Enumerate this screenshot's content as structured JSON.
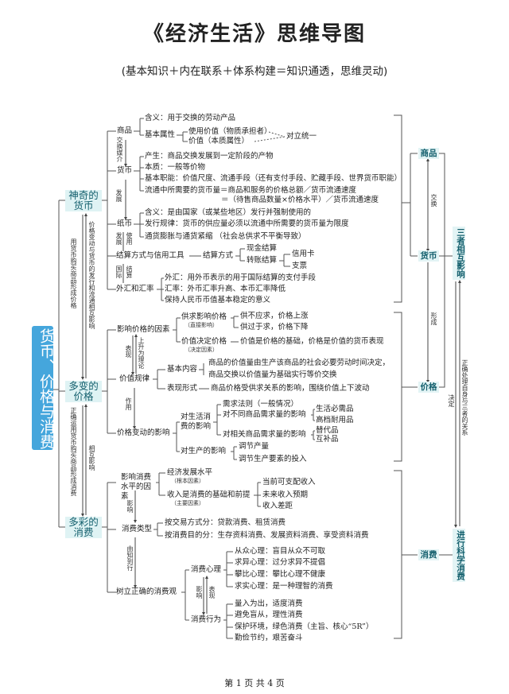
{
  "title": "《经济生活》思维导图",
  "subtitle": "(基本知识＋内在联系＋体系构建＝知识通透，思维灵动)",
  "footer": "第 1 页 共 4 页",
  "center": "货币、价格与消费",
  "level1": [
    "神奇的货币",
    "多变的价格",
    "多彩的消费"
  ],
  "links": [
    "用货币购买商品形成价格",
    "价格变动与货币的发行和流通相互影响",
    "正确运用货币购买商品形成消费",
    "相互影响"
  ],
  "money": [
    "商品",
    "含义：用于交换的劳动产品",
    "基本属性",
    "使用价值（物质承担者）",
    "价值（本质属性）",
    "对立统一",
    "交换媒介",
    "货币",
    "产生：商品交换发展到一定阶段的产物",
    "本质：一般等价物",
    "基本职能：价值尺度、流通手段（还有支付手段、贮藏手段、世界货币职能）",
    "流通中所需要的货币量＝商品和服务的价格总额／货币流通速度",
    "＝（待售商品数量×价格水平）／货币流通速度",
    "发展",
    "纸币",
    "含义：是由国家（或某些地区）发行并强制使用的",
    "发行规律：货币的供应量必须以流通中所需要的货币量为限度",
    "通货膨胀与通货紧缩 （社会总供求不平衡导致）",
    "发展",
    "使用",
    "结算方式与信用工具",
    "结算方式",
    "现金结算",
    "转账结算",
    "信用卡",
    "支票",
    "国际",
    "结算",
    "外汇和汇率",
    "外汇：用外币表示的用于国际结算的支付手段",
    "汇率：外币汇率升高、本币汇率降低",
    "保持人民币币值基本稳定的意义"
  ],
  "price": [
    "影响价格的因素",
    "供求影响价格",
    "（直接影响）",
    "供不应求，价格上涨",
    "供过于求，价格下降",
    "价值决定价格",
    "（决定因素）",
    "价值是价格的基础，价格是价值的货币表现",
    "表现",
    "上升为理论",
    "价值规律",
    "基本内容",
    "商品的价值量由生产该商品的社会必要劳动时间决定，",
    "商品交换以价值量为基础实行等价交换",
    "表现形式",
    "商品价格受供求关系的影响，围绕价值上下波动",
    "作用",
    "价格变动的影响",
    "对生活消费的影响",
    "需求法则（一般情况）",
    "对不同商品需求量的影响",
    "生活必需品",
    "高档耐用品",
    "对相关商品需求量的影响",
    "替代品",
    "互补品",
    "对生产的影响",
    "调节产量",
    "调节生产要素的投入"
  ],
  "consumption": [
    "影响消费水平的因素",
    "经济发展水平",
    "（根本因素）",
    "收入是消费的基础和前提",
    "（主要因素）",
    "当前可支配收入",
    "未来收入预期",
    "收入差距",
    "影响",
    "消费类型",
    "按交易方式分：贷款消费、租赁消费",
    "按消费目的分：生存资料消费、发展资料消费、享受资料消费",
    "由知到行",
    "树立正确的消费观",
    "消费心理",
    "从众心理：盲目从众不可取",
    "求异心理：过分求异不提倡",
    "攀比心理：攀比心理不健康",
    "求实心理：是一种理智的消费",
    "影响",
    "表现",
    "消费行为",
    "量入为出，适度消费",
    "避免盲从，理性消费",
    "保护环境，绿色消费（主旨、核心“5R”）",
    "勤俭节约，艰苦奋斗"
  ],
  "summary": {
    "goods": "商品",
    "money": "货币",
    "price": "价格",
    "consume": "消费",
    "exchange": "交换",
    "form": "形成",
    "interact": "三者相互影响",
    "decide": "决定",
    "handle": "正确处理自身与三者的关系",
    "science": "进行科学消费"
  }
}
